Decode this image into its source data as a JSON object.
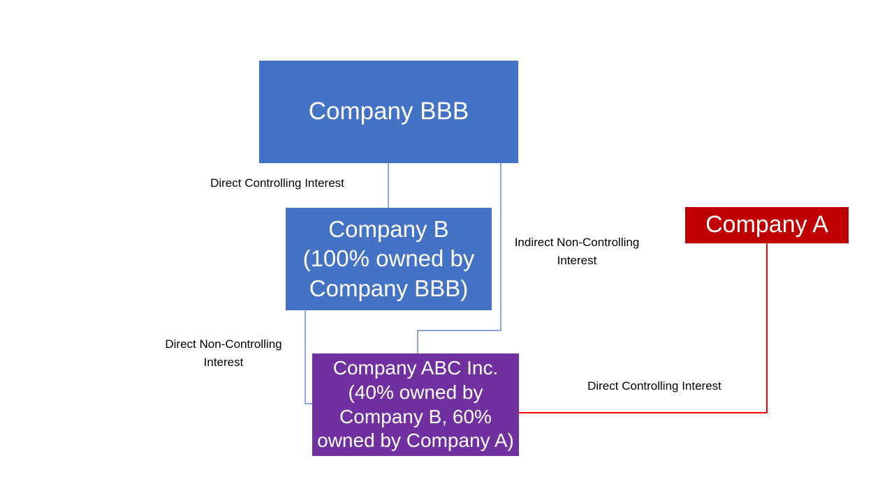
{
  "diagram": {
    "type": "ownership-structure",
    "nodes": {
      "company_bbb": {
        "label": "Company BBB",
        "color": "#4472c4"
      },
      "company_b": {
        "label": "Company B\n(100% owned by\nCompany BBB)",
        "color": "#4472c4"
      },
      "company_abc": {
        "label": "Company ABC Inc.\n(40% owned by\nCompany B, 60%\nowned by Company A)",
        "color": "#7030a0"
      },
      "company_a": {
        "label": "Company A",
        "color": "#c00000"
      }
    },
    "edges": [
      {
        "from": "Company BBB",
        "to": "Company B",
        "label": "Direct Controlling Interest",
        "color": "#4472c4"
      },
      {
        "from": "Company BBB",
        "to": "Company ABC Inc.",
        "label": "Indirect Non-Controlling\nInterest",
        "color": "#4472c4"
      },
      {
        "from": "Company B",
        "to": "Company ABC Inc.",
        "label": "Direct Non-Controlling\nInterest",
        "color": "#4472c4"
      },
      {
        "from": "Company A",
        "to": "Company ABC Inc.",
        "label": "Direct Controlling Interest",
        "color": "#ff0000"
      }
    ]
  }
}
